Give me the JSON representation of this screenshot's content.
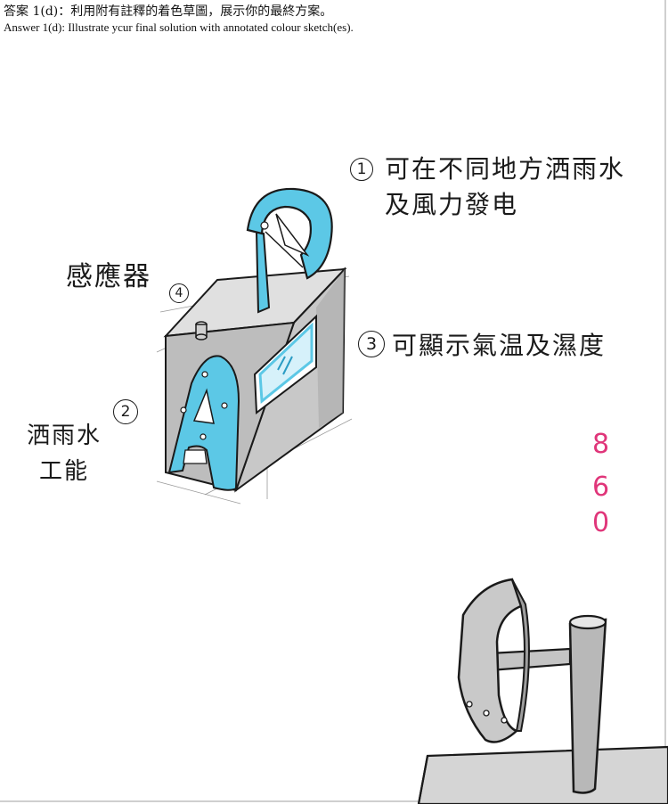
{
  "header": {
    "question_zh": "答案 1(d)：利用附有註釋的着色草圖，展示你的最終方案。",
    "question_en": "Answer 1(d):   Illustrate ycur final solution with annotated colour sketch(es)."
  },
  "annotations": {
    "note1": {
      "number": "1",
      "line1": "可在不同地方洒雨水",
      "line2": "及風力發电"
    },
    "note2": {
      "number": "2",
      "line1": "洒雨水",
      "line2": "工能"
    },
    "note3": {
      "number": "3",
      "text": "可顯示氣温及濕度"
    },
    "note4": {
      "number": "4",
      "text": "感應器"
    }
  },
  "score": {
    "line1": "8",
    "line2": "6",
    "line3": "0",
    "color": "#e0367a"
  },
  "colors": {
    "accent_blue": "#5cc8e6",
    "body_grey": "#c7c7c7",
    "ink": "#1a1a1a"
  },
  "icons": [
    "device-sketch",
    "wind-turbine-sketch"
  ]
}
